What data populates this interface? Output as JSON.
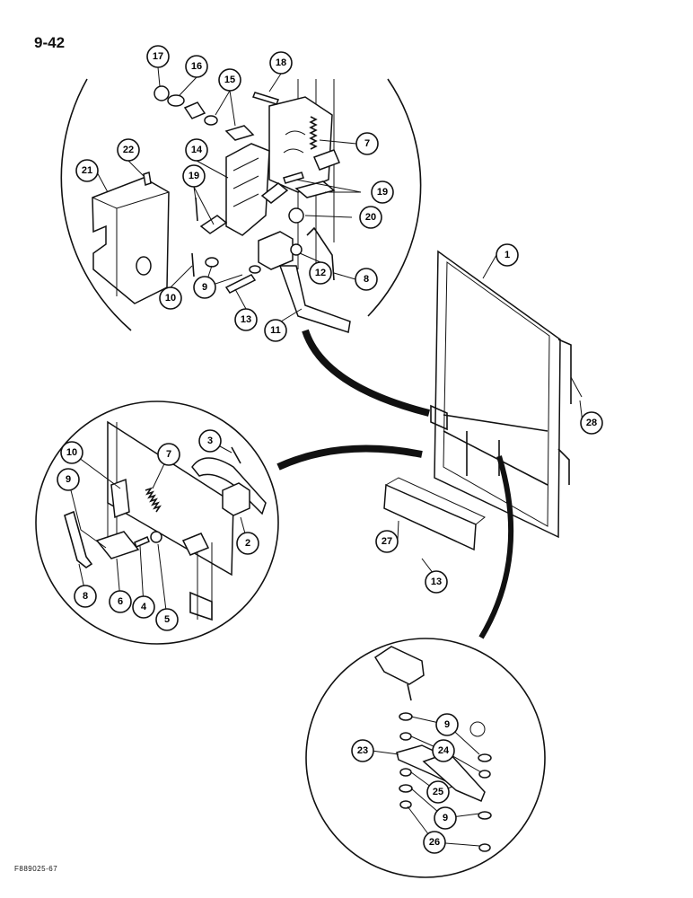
{
  "page_number": "9-42",
  "figure_code": "F889025-67",
  "callouts": {
    "top_view": [
      "17",
      "16",
      "15",
      "18",
      "14",
      "7",
      "22",
      "21",
      "19",
      "19",
      "20",
      "12",
      "8",
      "10",
      "9",
      "13",
      "11"
    ],
    "door": [
      "1",
      "28",
      "27",
      "13"
    ],
    "left_view": [
      "10",
      "7",
      "3",
      "9",
      "2",
      "8",
      "6",
      "4",
      "5"
    ],
    "bottom_view": [
      "9",
      "24",
      "23",
      "25",
      "9",
      "26"
    ]
  }
}
